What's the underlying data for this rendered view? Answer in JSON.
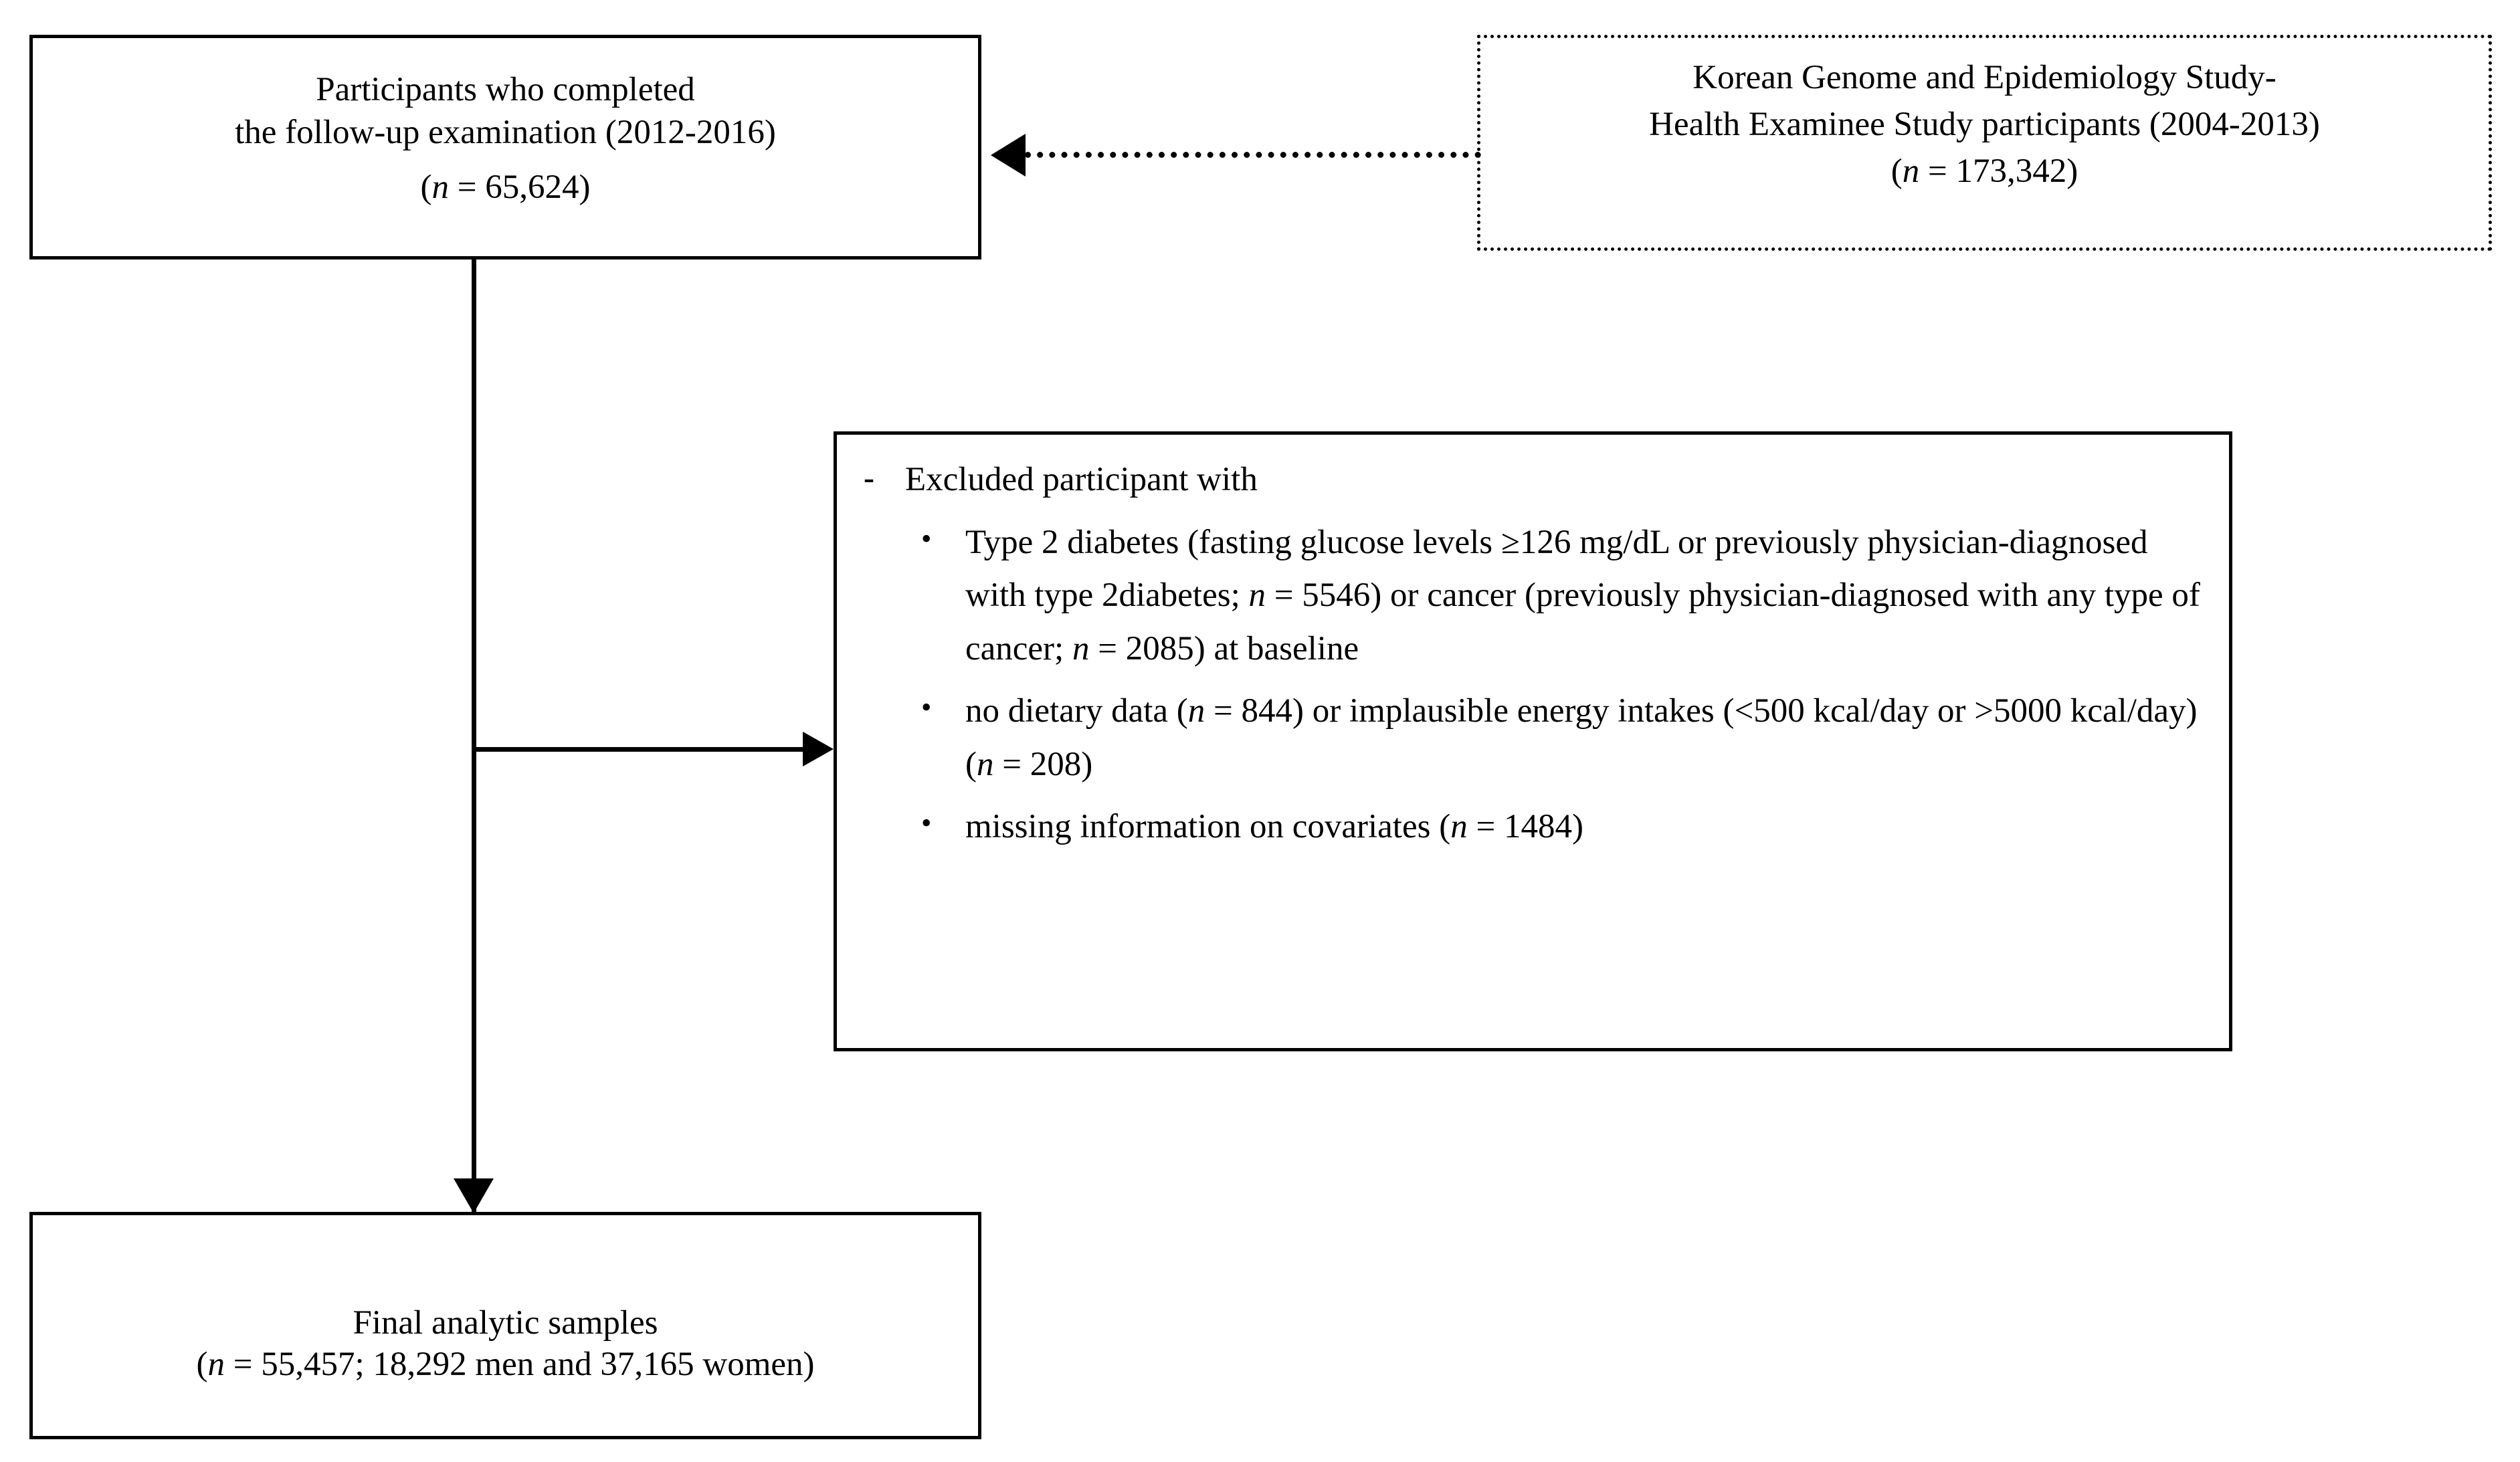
{
  "diagram": {
    "type": "participant-flow-chart",
    "source_box": {
      "name": "Korean Genome and Epidemiology Study cohort",
      "border_style": "dotted",
      "lines": [
        "Korean Genome and Epidemiology  Study-",
        "Health Examinee Study participants (2004-2013)",
        "(n = 173,342)"
      ],
      "line1": "Korean Genome and Epidemiology  Study-",
      "line2": "Health Examinee Study participants (2004-2013)",
      "n_prefix": "(",
      "n_italic": "n",
      "n_value": " = 173,342)"
    },
    "followup_box": {
      "name": "Participants who completed follow-up",
      "border_style": "solid",
      "line1": "Participants who completed",
      "line2": "the follow-up examination (2012-2016)",
      "n_prefix": "(",
      "n_italic": "n",
      "n_value": " = 65,624)"
    },
    "exclusion_box": {
      "name": "Exclusion criteria",
      "border_style": "solid",
      "heading_marker": "-",
      "heading": "Excluded participant with",
      "bullet_marker": "•",
      "items": [
        {
          "id": "diabetes-cancer",
          "segments": [
            {
              "text": "Type 2 diabetes (fasting glucose levels ≥126 mg/dL or previously  physician-diagnosed with type 2diabetes; ",
              "italic": false
            },
            {
              "text": "n",
              "italic": true
            },
            {
              "text": " = 5546) or cancer (previously physician-diagnosed with any type of cancer; ",
              "italic": false
            },
            {
              "text": "n",
              "italic": true
            },
            {
              "text": " = 2085) at baseline",
              "italic": false
            }
          ]
        },
        {
          "id": "dietary-data",
          "segments": [
            {
              "text": "no dietary data (",
              "italic": false
            },
            {
              "text": "n",
              "italic": true
            },
            {
              "text": " = 844) or implausible  energy intakes (<500 kcal/day or >5000 kcal/day) (",
              "italic": false
            },
            {
              "text": "n",
              "italic": true
            },
            {
              "text": " = 208)",
              "italic": false
            }
          ]
        },
        {
          "id": "missing-covariates",
          "segments": [
            {
              "text": "missing information on covariates (",
              "italic": false
            },
            {
              "text": "n",
              "italic": true
            },
            {
              "text": " = 1484)",
              "italic": false
            }
          ]
        }
      ]
    },
    "final_box": {
      "name": "Final analytic samples",
      "border_style": "solid",
      "line1": "Final analytic samples",
      "n_prefix": "(",
      "n_italic": "n",
      "n_value": " = 55,457; 18,292 men and 37,165 women)"
    },
    "connectors": [
      {
        "id": "source-to-followup",
        "style": "dotted",
        "direction": "left",
        "from": "source_box",
        "to": "followup_box"
      },
      {
        "id": "followup-to-exclusion",
        "style": "solid",
        "direction": "right",
        "from": "followup_box",
        "to": "exclusion_box"
      },
      {
        "id": "followup-to-final",
        "style": "solid",
        "direction": "down",
        "from": "followup_box",
        "to": "final_box"
      }
    ],
    "colors": {
      "stroke": "#000000",
      "background": "#ffffff",
      "text": "#000000"
    }
  }
}
